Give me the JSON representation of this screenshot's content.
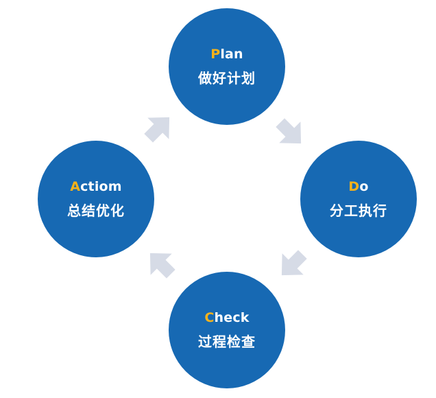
{
  "diagram": {
    "colors": {
      "circle": "#1769b3",
      "initial": "#f5b21b",
      "text": "#ffffff",
      "arrow": "#d6dbe6"
    },
    "nodes": {
      "plan": {
        "initial": "P",
        "rest": "lan",
        "zh": "做好计划"
      },
      "do": {
        "initial": "D",
        "rest": "o",
        "zh": "分工执行"
      },
      "check": {
        "initial": "C",
        "rest": "heck",
        "zh": "过程检查"
      },
      "act": {
        "initial": "A",
        "rest": "ctiom",
        "zh": "总结优化"
      }
    },
    "arrows": [
      {
        "from": "act",
        "to": "plan",
        "icon": "arrow-icon"
      },
      {
        "from": "plan",
        "to": "do",
        "icon": "arrow-icon"
      },
      {
        "from": "do",
        "to": "check",
        "icon": "arrow-icon"
      },
      {
        "from": "check",
        "to": "act",
        "icon": "arrow-icon"
      }
    ]
  }
}
